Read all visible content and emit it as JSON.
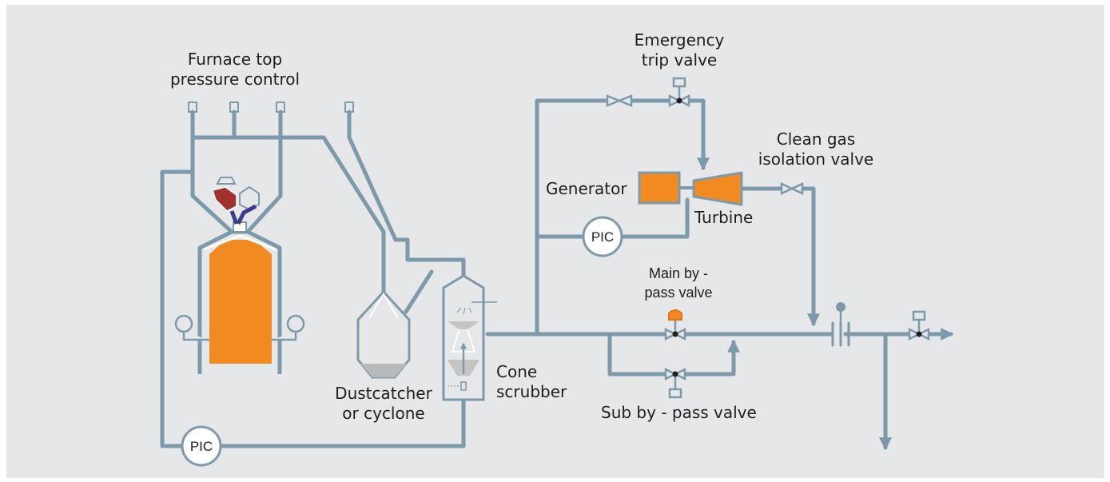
{
  "labels": {
    "furnace_top_pressure_control": [
      "Furnace top",
      "pressure control"
    ],
    "emergency_trip_valve": [
      "Emergency",
      "trip valve"
    ],
    "clean_gas_isolation_valve": [
      "Clean gas",
      "isolation valve"
    ],
    "generator": "Generator",
    "turbine": "Turbine",
    "pic_upper": "PIC",
    "pic_lower": "PIC",
    "main_bypass_valve": [
      "Main by -",
      "pass valve"
    ],
    "sub_bypass_valve": "Sub by - pass valve",
    "dustcatcher": [
      "Dustcatcher",
      "or cyclone"
    ],
    "cone_scrubber": [
      "Cone",
      "scrubber"
    ]
  },
  "colors": {
    "background": "#e6e7e8",
    "pipe": "#7c9aa9",
    "orange": "#f28a22",
    "dark_red": "#a0312b",
    "navy": "#3c3c8a",
    "text": "#1f1f1f"
  }
}
